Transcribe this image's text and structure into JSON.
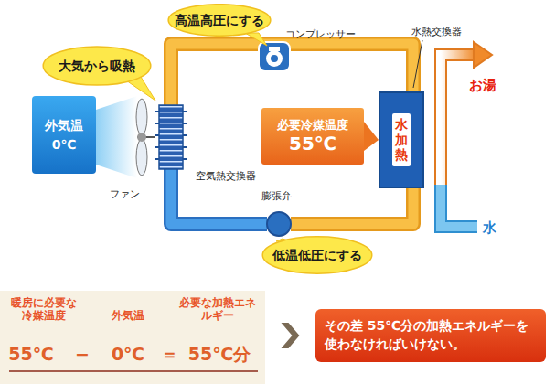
{
  "diagram": {
    "nodes": [
      {
        "text": [
          "高温高圧にする"
        ]
      },
      {
        "text": [
          "大気から吸熱"
        ]
      },
      {
        "text": [
          "外気温",
          "0℃"
        ]
      },
      {
        "text": [
          "必要冷媒温度",
          "55℃"
        ]
      },
      {
        "text": [
          "水加熱"
        ]
      },
      {
        "text": [
          "低温低圧にする"
        ]
      },
      {
        "text": [
          "暖房に必要な冷媒温度",
          "外気温",
          "必要な加熱エネルギー",
          "55℃",
          "−",
          "0℃",
          "＝",
          "55℃分"
        ]
      },
      {
        "text": [
          "その差 55℃分の加熱エネルギーを使わなければいけない。"
        ]
      }
    ],
    "edges": [
      {
        "from": 3,
        "to": 4,
        "arrow": "to"
      },
      {
        "from": 6,
        "to": 7,
        "arrow": "to"
      }
    ],
    "labels": [
      "コンプレッサー",
      "水熱交換器",
      "ファン",
      "空気熱交換器",
      "膨張弁",
      "お湯",
      "水"
    ]
  }
}
